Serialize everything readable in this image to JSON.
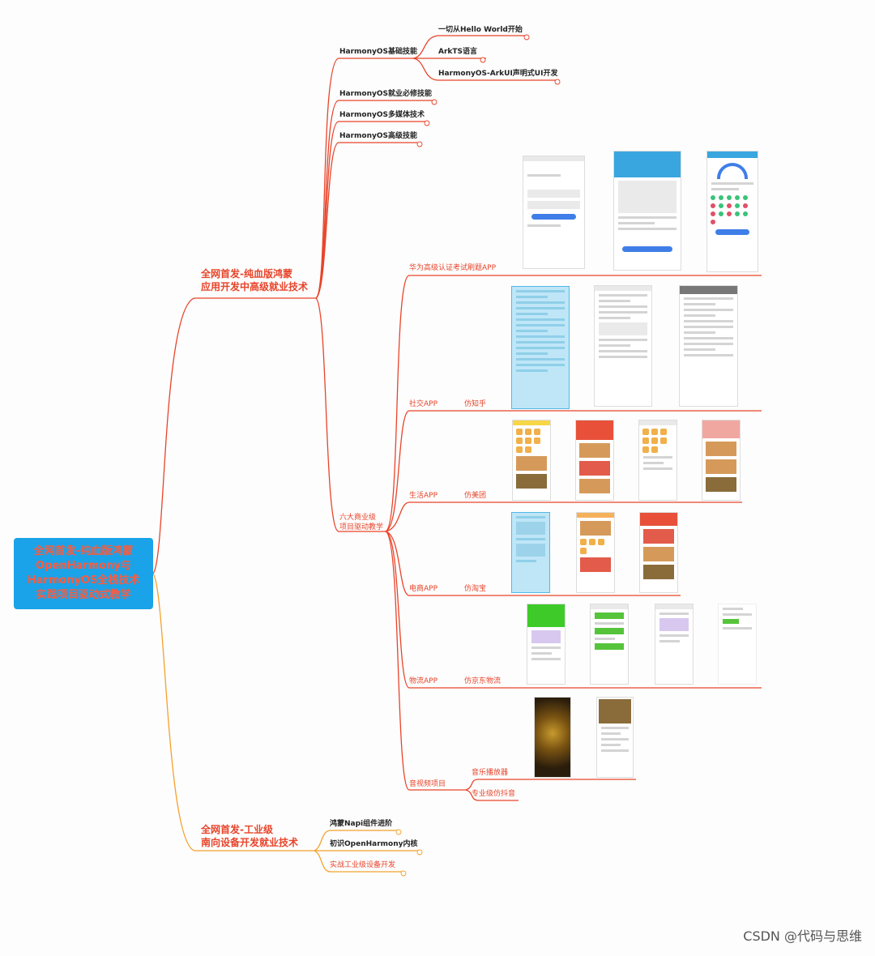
{
  "root": {
    "title": "全网首发-纯血版鸿蒙\nOpenHarmony与\nHarmonyOS全栈技术\n实践项目驱动式教学"
  },
  "branch1": {
    "title": "全网首发-纯血版鸿蒙\n应用开发中高级就业技术",
    "basics": {
      "label": "HarmonyOS基础技能",
      "children": [
        "一切从Hello World开始",
        "ArkTS语言",
        "HarmonyOS-ArkUI声明式UI开发"
      ]
    },
    "skills": [
      "HarmonyOS就业必修技能",
      "HarmonyOS多媒体技术",
      "HarmonyOS高级技能"
    ],
    "exam_app": "华为高级认证考试刷题APP",
    "projects": {
      "label": "六大商业级\n项目驱动教学",
      "items": [
        {
          "category": "社交APP",
          "name": "仿知乎"
        },
        {
          "category": "生活APP",
          "name": "仿美团"
        },
        {
          "category": "电商APP",
          "name": "仿淘宝"
        },
        {
          "category": "物流APP",
          "name": "仿京东物流"
        },
        {
          "category": "音视频项目",
          "name": "音乐播放器",
          "name2": "专业级仿抖音"
        }
      ]
    }
  },
  "branch2": {
    "title": "全网首发-工业级\n南向设备开发就业技术",
    "children": [
      "鸿蒙Napi组件进阶",
      "初识OpenHarmony内核",
      "实战工业级设备开发"
    ]
  },
  "watermark": "CSDN @代码与思维",
  "colors": {
    "root_bg": "#1aa3e8",
    "accent": "#e8442a",
    "line_red": "#e8442a",
    "line_orange": "#f4a12c"
  }
}
